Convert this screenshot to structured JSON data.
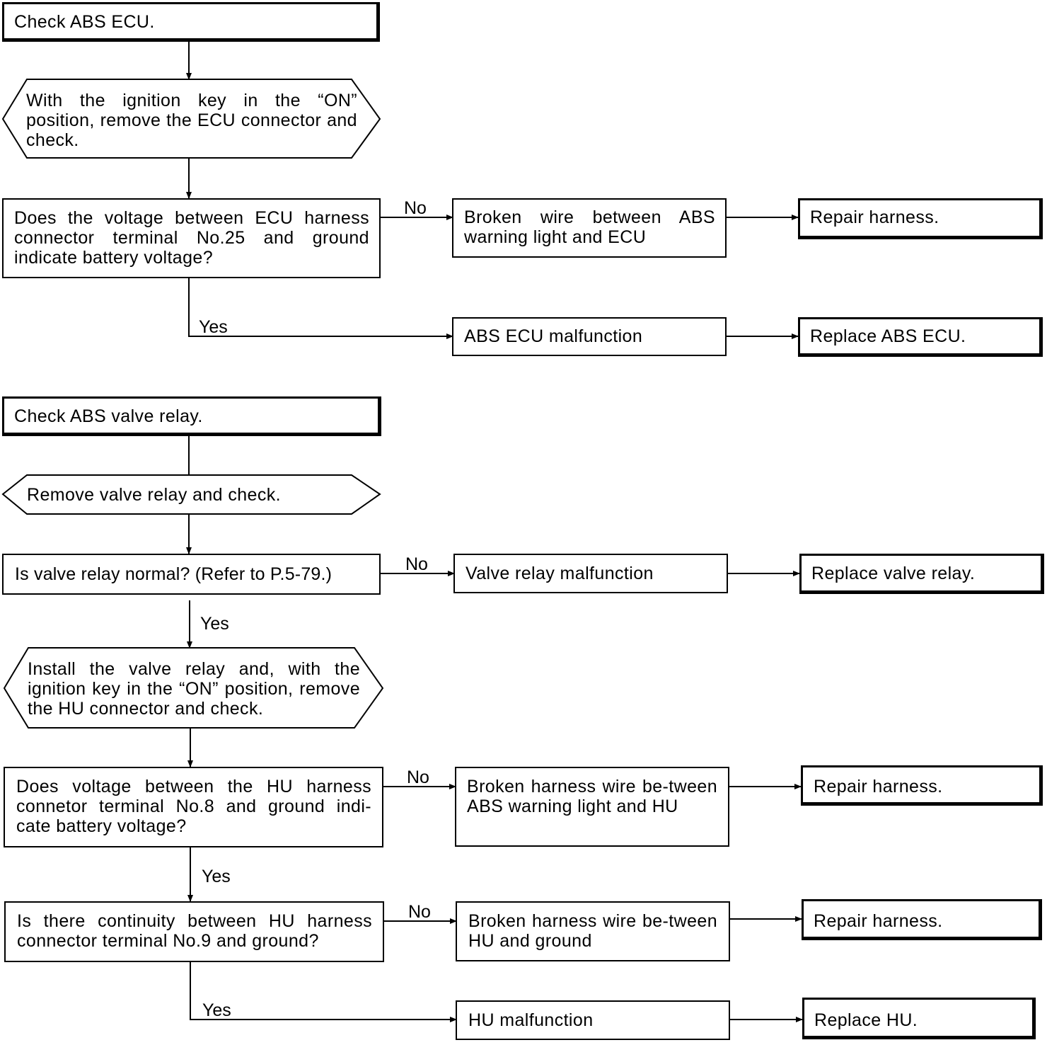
{
  "section1": {
    "header": "Check ABS ECU.",
    "step1": "With the ignition key in the “ON” position, remove the ECU connector and check.",
    "question": "Does the voltage between ECU harness connector terminal No.25 and ground indicate battery voltage?",
    "no_label": "No",
    "no_cause": "Broken wire between ABS warning light and ECU",
    "no_action": "Repair harness.",
    "yes_label": "Yes",
    "yes_cause": "ABS ECU malfunction",
    "yes_action": "Replace ABS ECU."
  },
  "section2": {
    "header": "Check ABS valve relay.",
    "step1": "Remove valve relay and check.",
    "q1": "Is valve relay normal? (Refer to P.5-79.)",
    "q1_no_label": "No",
    "q1_no_cause": "Valve relay malfunction",
    "q1_no_action": "Replace valve relay.",
    "q1_yes_label": "Yes",
    "step2": "Install the valve relay and, with the ignition key in the “ON” position, remove the HU connector and check.",
    "q2": "Does voltage between the HU harness connetor terminal No.8 and ground indi-cate battery voltage?",
    "q2_no_label": "No",
    "q2_no_cause": "Broken harness wire be-tween ABS warning light and HU",
    "q2_no_action": "Repair harness.",
    "q2_yes_label": "Yes",
    "q3": "Is there continuity between HU harness connector terminal No.9 and ground?",
    "q3_no_label": "No",
    "q3_no_cause": "Broken harness wire be-tween HU and ground",
    "q3_no_action": "Repair harness.",
    "q3_yes_label": "Yes",
    "q3_yes_cause": "HU malfunction",
    "q3_yes_action": "Replace HU."
  }
}
